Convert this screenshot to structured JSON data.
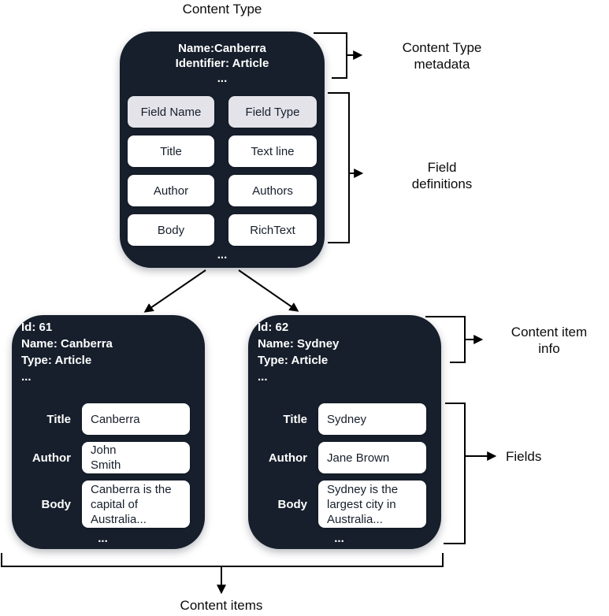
{
  "title": "Content Type",
  "colors": {
    "box_background": "#171f2c",
    "header_cell_background": "#e3e3e9",
    "cell_background": "#ffffff",
    "line": "#000000",
    "box_text": "#ffffff",
    "cell_text": "#171f2c"
  },
  "content_type_box": {
    "name_line": "Name:Canberra",
    "identifier_line": "Identifier: Article",
    "meta_ellipsis": "...",
    "bottom_ellipsis": "...",
    "field_table": {
      "headers": [
        "Field Name",
        "Field Type"
      ],
      "rows": [
        [
          "Title",
          "Text line"
        ],
        [
          "Author",
          "Authors"
        ],
        [
          "Body",
          "RichText"
        ]
      ]
    }
  },
  "annotations": {
    "content_type_metadata": "Content Type\nmetadata",
    "field_definitions": "Field\ndefinitions",
    "content_item_info": "Content item\ninfo",
    "fields": "Fields",
    "content_items": "Content items"
  },
  "content_items": [
    {
      "id_line": "Id: 61",
      "name_line": "Name: Canberra",
      "type_line": "Type: Article",
      "meta_ellipsis": "...",
      "bottom_ellipsis": "...",
      "fields": [
        {
          "label": "Title",
          "value": "Canberra"
        },
        {
          "label": "Author",
          "value": "John\nSmith"
        },
        {
          "label": "Body",
          "value": "Canberra is the\ncapital of\nAustralia..."
        }
      ]
    },
    {
      "id_line": "Id: 62",
      "name_line": "Name: Sydney",
      "type_line": "Type: Article",
      "meta_ellipsis": "...",
      "bottom_ellipsis": "...",
      "fields": [
        {
          "label": "Title",
          "value": "Sydney"
        },
        {
          "label": "Author",
          "value": "Jane Brown"
        },
        {
          "label": "Body",
          "value": "Sydney is the\nlargest city in\nAustralia..."
        }
      ]
    }
  ]
}
